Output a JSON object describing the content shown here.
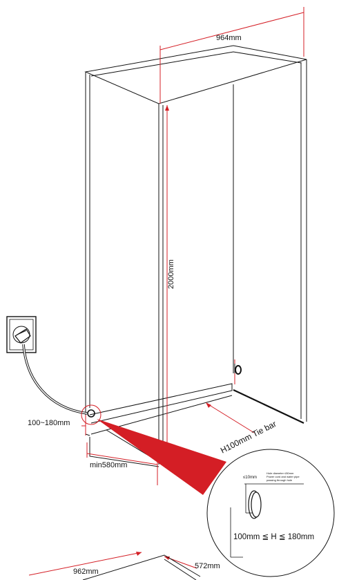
{
  "dimensions": {
    "depth": "964mm",
    "height": "2000mm",
    "socket_height": "100~180mm",
    "min_width": "min580mm",
    "tie_bar": "H100mm Tie bar",
    "base_depth": "962mm",
    "base_width": "572mm"
  },
  "detail": {
    "hole_size": "≤10mm",
    "hole_note_1": "Hole diameter ≤50mm",
    "hole_note_2": "Power cord and water pipe",
    "hole_note_3": "passing through hole",
    "height_range": "100mm ≦ H ≦ 180mm"
  },
  "colors": {
    "accent": "#d41e25",
    "line": "#111111"
  }
}
